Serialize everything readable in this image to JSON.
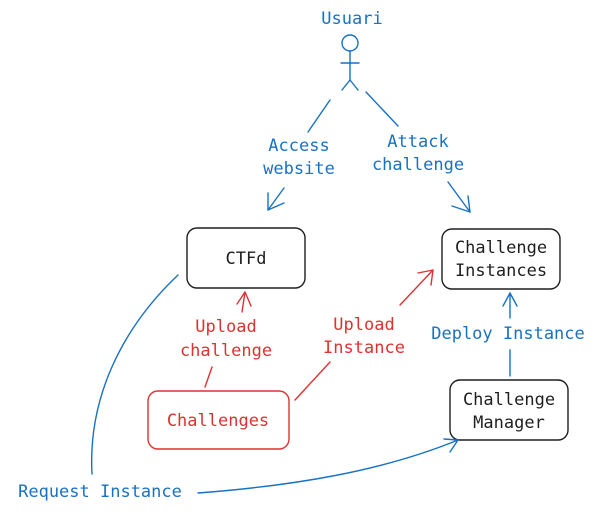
{
  "colors": {
    "blue": "#1971c2",
    "red": "#e03131",
    "dark": "#1e1e1e"
  },
  "actor": {
    "icon": "stick-figure-user",
    "label": "Usuari"
  },
  "nodes": {
    "ctfd": {
      "label": "CTFd"
    },
    "challenge_instances": {
      "line1": "Challenge",
      "line2": "Instances"
    },
    "challenges": {
      "label": "Challenges"
    },
    "challenge_manager": {
      "line1": "Challenge",
      "line2": "Manager"
    }
  },
  "edges": {
    "access_website": {
      "line1": "Access",
      "line2": "website"
    },
    "attack_challenge": {
      "line1": "Attack",
      "line2": "challenge"
    },
    "upload_challenge": {
      "line1": "Upload",
      "line2": "challenge"
    },
    "upload_instance": {
      "line1": "Upload",
      "line2": "Instance"
    },
    "deploy_instance": {
      "label": "Deploy Instance"
    },
    "request_instance": {
      "label": "Request Instance"
    }
  }
}
